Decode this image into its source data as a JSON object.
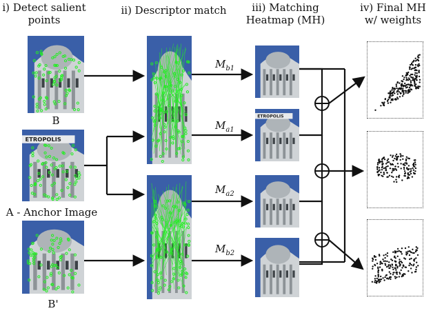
{
  "headers": {
    "step1": [
      "i) Detect salient",
      "points"
    ],
    "step2": "ii) Descriptor match",
    "step3": [
      "iii) Matching",
      "Heatmap (MH)"
    ],
    "step4": [
      "iv) Final MH",
      "w/ weights"
    ]
  },
  "image_labels": {
    "b": "B",
    "anchor": "A - Anchor Image",
    "b_prime": "B'"
  },
  "heatmaps": [
    {
      "symbol": "M",
      "sub": "b1"
    },
    {
      "symbol": "M",
      "sub": "a1"
    },
    {
      "symbol": "M",
      "sub": "a2"
    },
    {
      "symbol": "M",
      "sub": "b2"
    }
  ],
  "building_sign": "ETROPOLIS",
  "colors": {
    "keypoint": "#22ee22",
    "arrow": "#111111",
    "sky": "#3a5fa8",
    "facade": "#cfd3d6",
    "dot": "#111111"
  }
}
